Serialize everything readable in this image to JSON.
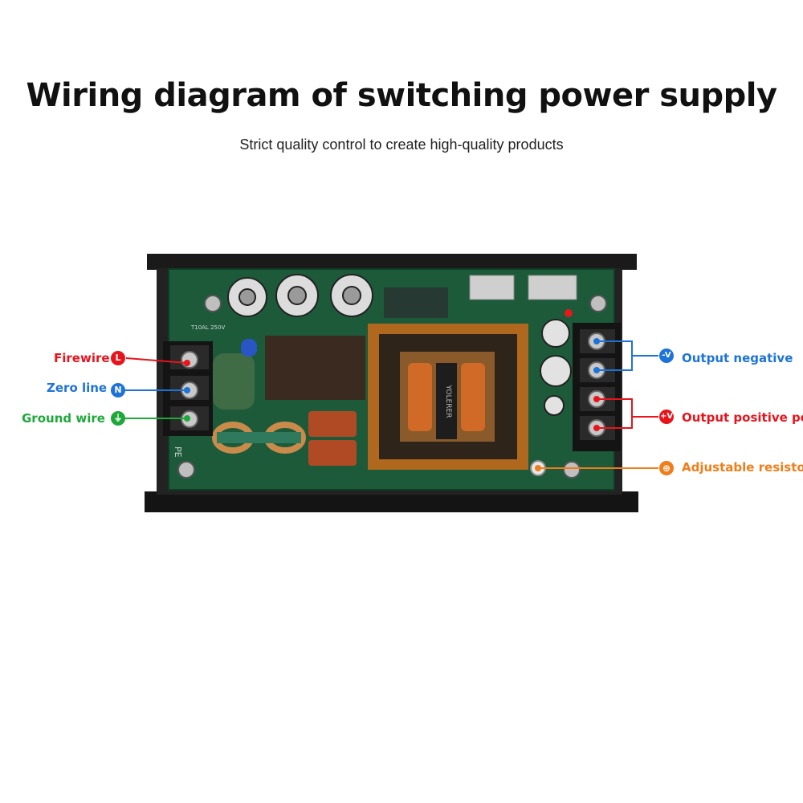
{
  "header": {
    "title": "Wiring diagram of switching power supply",
    "subtitle": "Strict quality control to create high-quality products"
  },
  "labels": {
    "firewire": "Firewire",
    "zero_line": "Zero line",
    "ground_wire": "Ground wire",
    "output_negative": "Output negative",
    "output_positive": "Output positive pole",
    "adjustable_resistor": "Adjustable resistor"
  },
  "badges": {
    "firewire": "L",
    "zero_line": "N",
    "ground_wire": "⏚",
    "output_negative": "-V",
    "output_positive": "+V",
    "adjustable_resistor": "⊕"
  },
  "board_marks": {
    "pe": "PE",
    "transformer_text": "YOLERER",
    "fuse_text": "T10AL 250V"
  },
  "colors": {
    "firewire": "#e8141c",
    "zero_line": "#1e73d8",
    "ground_wire": "#1fa83a",
    "output_negative": "#1e73d8",
    "output_positive": "#e8141c",
    "adjustable_resistor": "#f07d1a",
    "pcb": "#1c5a3a",
    "chassis": "#151515"
  }
}
